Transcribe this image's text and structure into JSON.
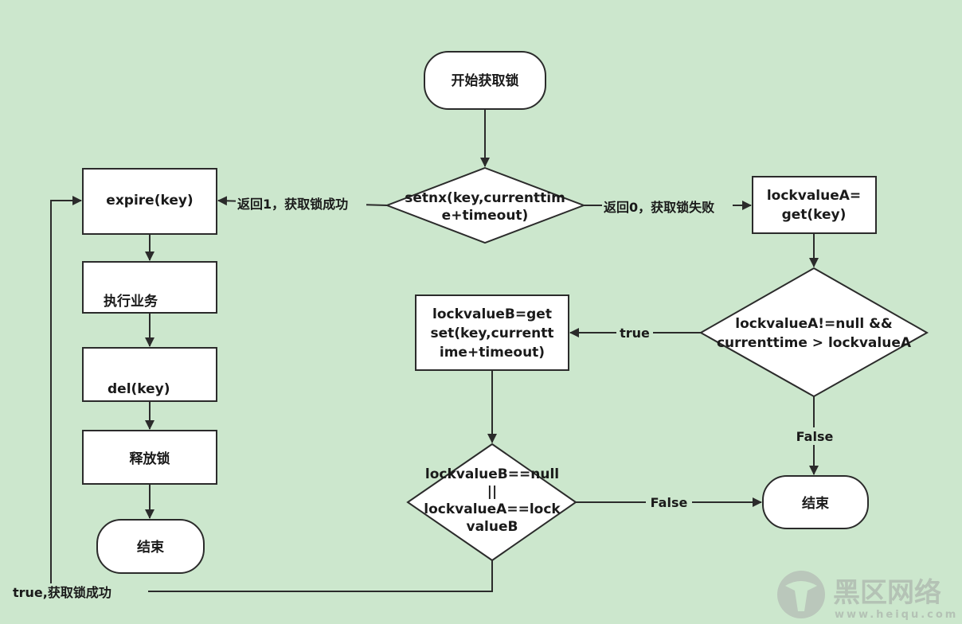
{
  "nodes": {
    "start": [
      "开始获取锁"
    ],
    "setnx": [
      "setnx(key,currenttim",
      "e+timeout)"
    ],
    "expire": [
      "expire(key)"
    ],
    "exec": [
      "执行业务"
    ],
    "del": [
      "del(key)"
    ],
    "release": [
      "释放锁"
    ],
    "end_left": [
      "结束"
    ],
    "lockA": [
      "lockvalueA=",
      "get(key)"
    ],
    "cond1": [
      "lockvalueA!=null  &&",
      "currenttime > lockvalueA"
    ],
    "lockB": [
      "lockvalueB=get",
      "set(key,currentt",
      "ime+timeout)"
    ],
    "cond2": [
      "lockvalueB==null",
      "||",
      "lockvalueA==lock",
      "valueB"
    ],
    "end_right": [
      "结束"
    ]
  },
  "edges": {
    "success": "返回1，获取锁成功",
    "fail": "返回0，获取锁失败",
    "cond1_true": "true",
    "cond1_false": "False",
    "cond2_false": "False",
    "cond2_true": "true,获取锁成功"
  },
  "watermark": {
    "brand": "黑区网络",
    "url": "www.heiqu.com"
  },
  "colors": {
    "background": "#cce7cd",
    "shape_fill": "#ffffff",
    "stroke": "#2b2b2b"
  }
}
